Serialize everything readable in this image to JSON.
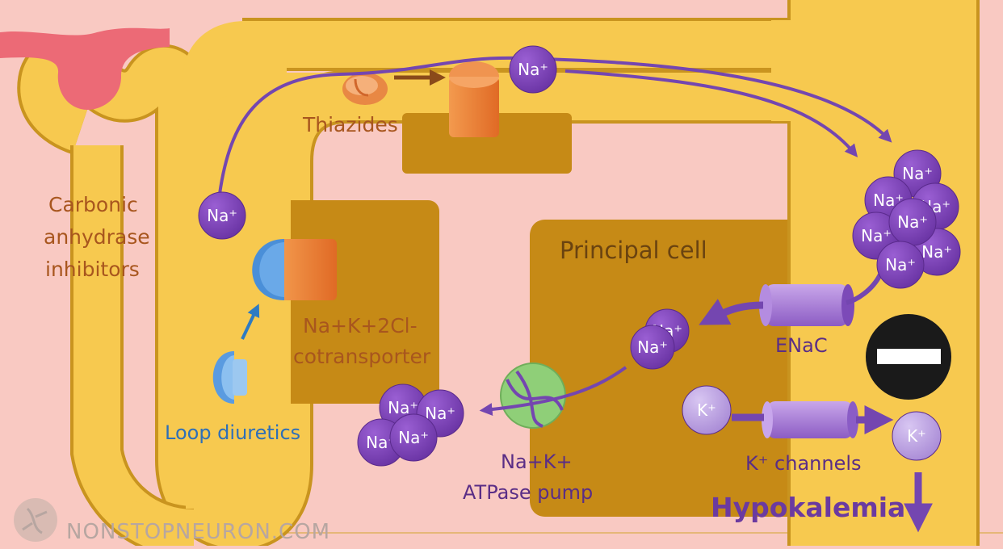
{
  "labels": {
    "thiazides": "Thiazides",
    "carbonic_1": "Carbonic",
    "carbonic_2": "anhydrase",
    "carbonic_3": "inhibitors",
    "nkcc_1": "Na+K+2Cl-",
    "nkcc_2": "cotransporter",
    "loop_diuretics": "Loop diuretics",
    "principal_cell": "Principal cell",
    "enac": "ENaC",
    "pump_1": "Na+K+",
    "pump_2": "ATPase pump",
    "k_channels": "K⁺ channels",
    "hypokalemia": "Hypokalemia"
  },
  "ion_labels": {
    "na": "Na⁺",
    "k": "K⁺"
  },
  "watermark": "NONSTOPNEURON.COM",
  "colors": {
    "background": "#f9c9c2",
    "tubule": "#f7c94f",
    "cell": "#c68a16",
    "sodium_ion": "#7a3fb8",
    "potassium_ion": "#b79ae0",
    "transporter": "#e8782e"
  }
}
